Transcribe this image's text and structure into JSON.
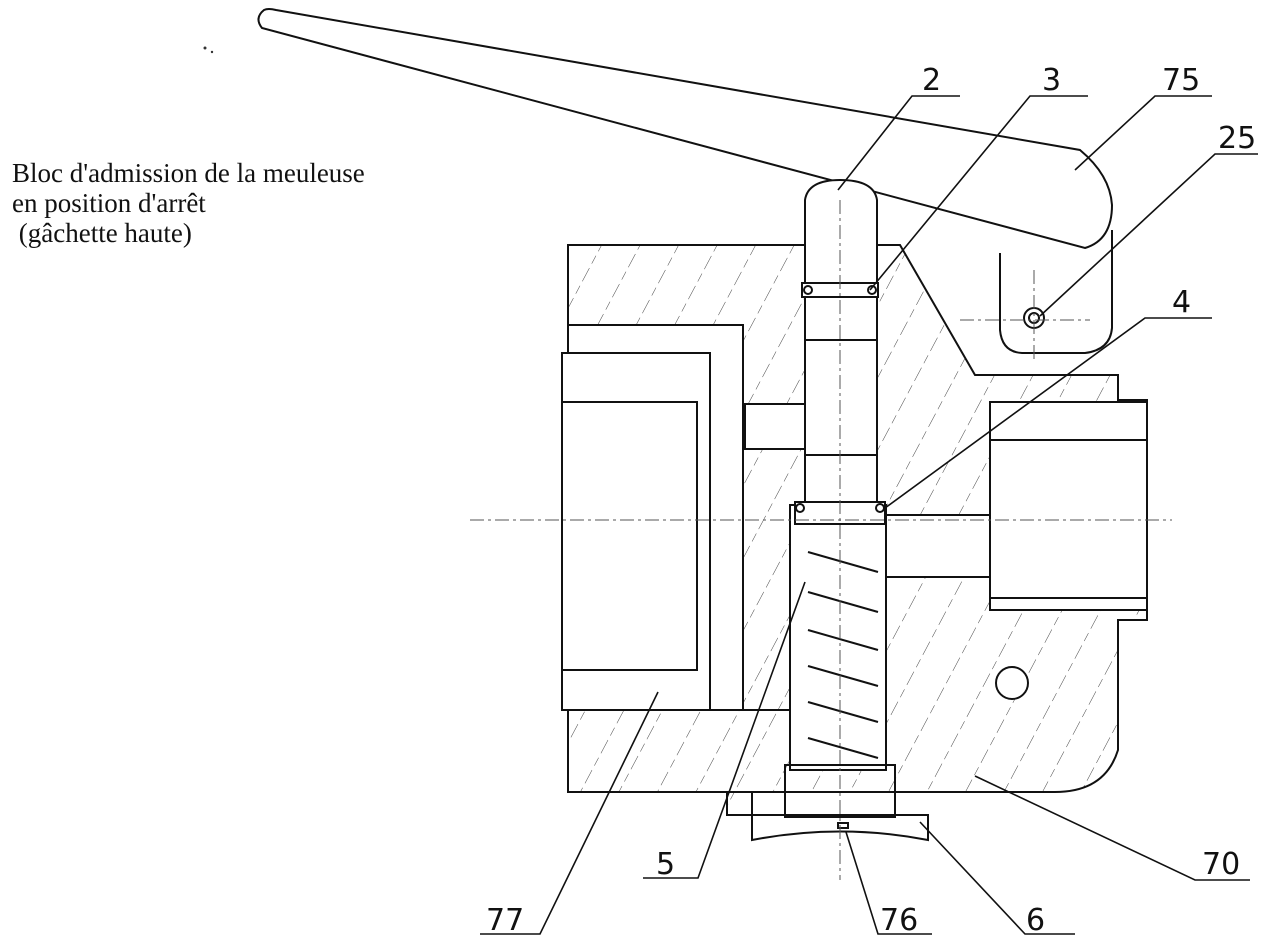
{
  "caption": {
    "line1": "Bloc d'admission de la meuleuse",
    "line2": "en position d'arrêt",
    "line3": " (gâchette haute)"
  },
  "labels": {
    "n2": "2",
    "n3": "3",
    "n75": "75",
    "n25": "25",
    "n4": "4",
    "n5": "5",
    "n77": "77",
    "n76": "76",
    "n6": "6",
    "n70": "70"
  }
}
